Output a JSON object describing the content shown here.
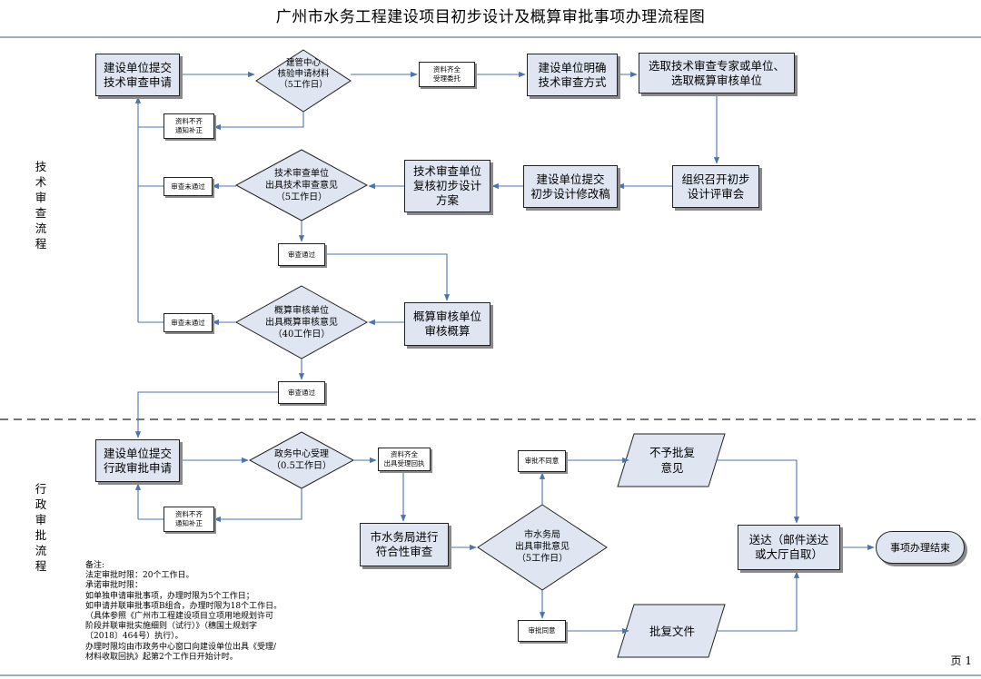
{
  "title": "广州市水务工程建设项目初步设计及概算审批事项办理流程图",
  "lanes": {
    "technical": "技术审查流程",
    "administrative": "行政审批流程"
  },
  "nodes": {
    "tech_submit": "建设单位提交\n技术审查申请",
    "tech_check": "建管中心\n核验申请材料\n（5工作日）",
    "tech_accept": "资料齐全\n受理委托",
    "tech_incomplete": "资料不齐\n通知补正",
    "clarify_method": "建设单位明确\n技术审查方式",
    "select_experts": "选取技术审查专家或单位、\n选取概算审核单位",
    "review_meeting": "组织召开初步\n设计评审会",
    "submit_revision": "建设单位提交\n初步设计修改稿",
    "recheck_plan": "技术审查单位\n复核初步设计\n方案",
    "tech_opinion": "技术审查单位\n出具技术审查意见\n（5工作日）",
    "tech_fail": "审查未通过",
    "tech_pass": "审查通过",
    "budget_review": "概算审核单位\n审核概算",
    "budget_opinion": "概算审核单位\n出具概算审核意见\n（40工作日）",
    "budget_fail": "审查未通过",
    "budget_pass": "审查通过",
    "admin_submit": "建设单位提交\n行政审批申请",
    "gov_accept": "政务中心受理\n（0.5工作日）",
    "admin_accept": "资料齐全\n出具受理回执",
    "admin_incomplete": "资料不齐\n通知补正",
    "compliance_review": "市水务局进行\n符合性审查",
    "approval_opinion": "市水务局\n出具审批意见\n（5工作日）",
    "not_agree": "审批不同意",
    "agree": "审批同意",
    "no_approval_doc": "不予批复\n意见",
    "approval_doc": "批复文件",
    "deliver": "送达（邮件送达\n或大厅自取）",
    "end": "事项办理结束"
  },
  "notes": [
    "备注:",
    "法定审批时限：20个工作日。",
    "承诺审批时限：",
    "如单独申请审批事项，办理时限为5个工作日；",
    "如申请并联审批事项B组合，办理时限为18个工作日。",
    "（具体参照《广州市工程建设项目立项用地规划许可",
    "阶段并联审批实施细则（试行）》（穗国土规划字",
    "〔2018〕464号）执行）。",
    "办理时限均由市政务中心窗口向建设单位出具《受理/",
    "材料收取回执》起第2个工作日开始计时。"
  ],
  "page_label": "页 1",
  "colors": {
    "box_fill": "#dfe6f2",
    "line": "#7f93ad",
    "arrow": "#4a74b0",
    "border": "#222222"
  }
}
